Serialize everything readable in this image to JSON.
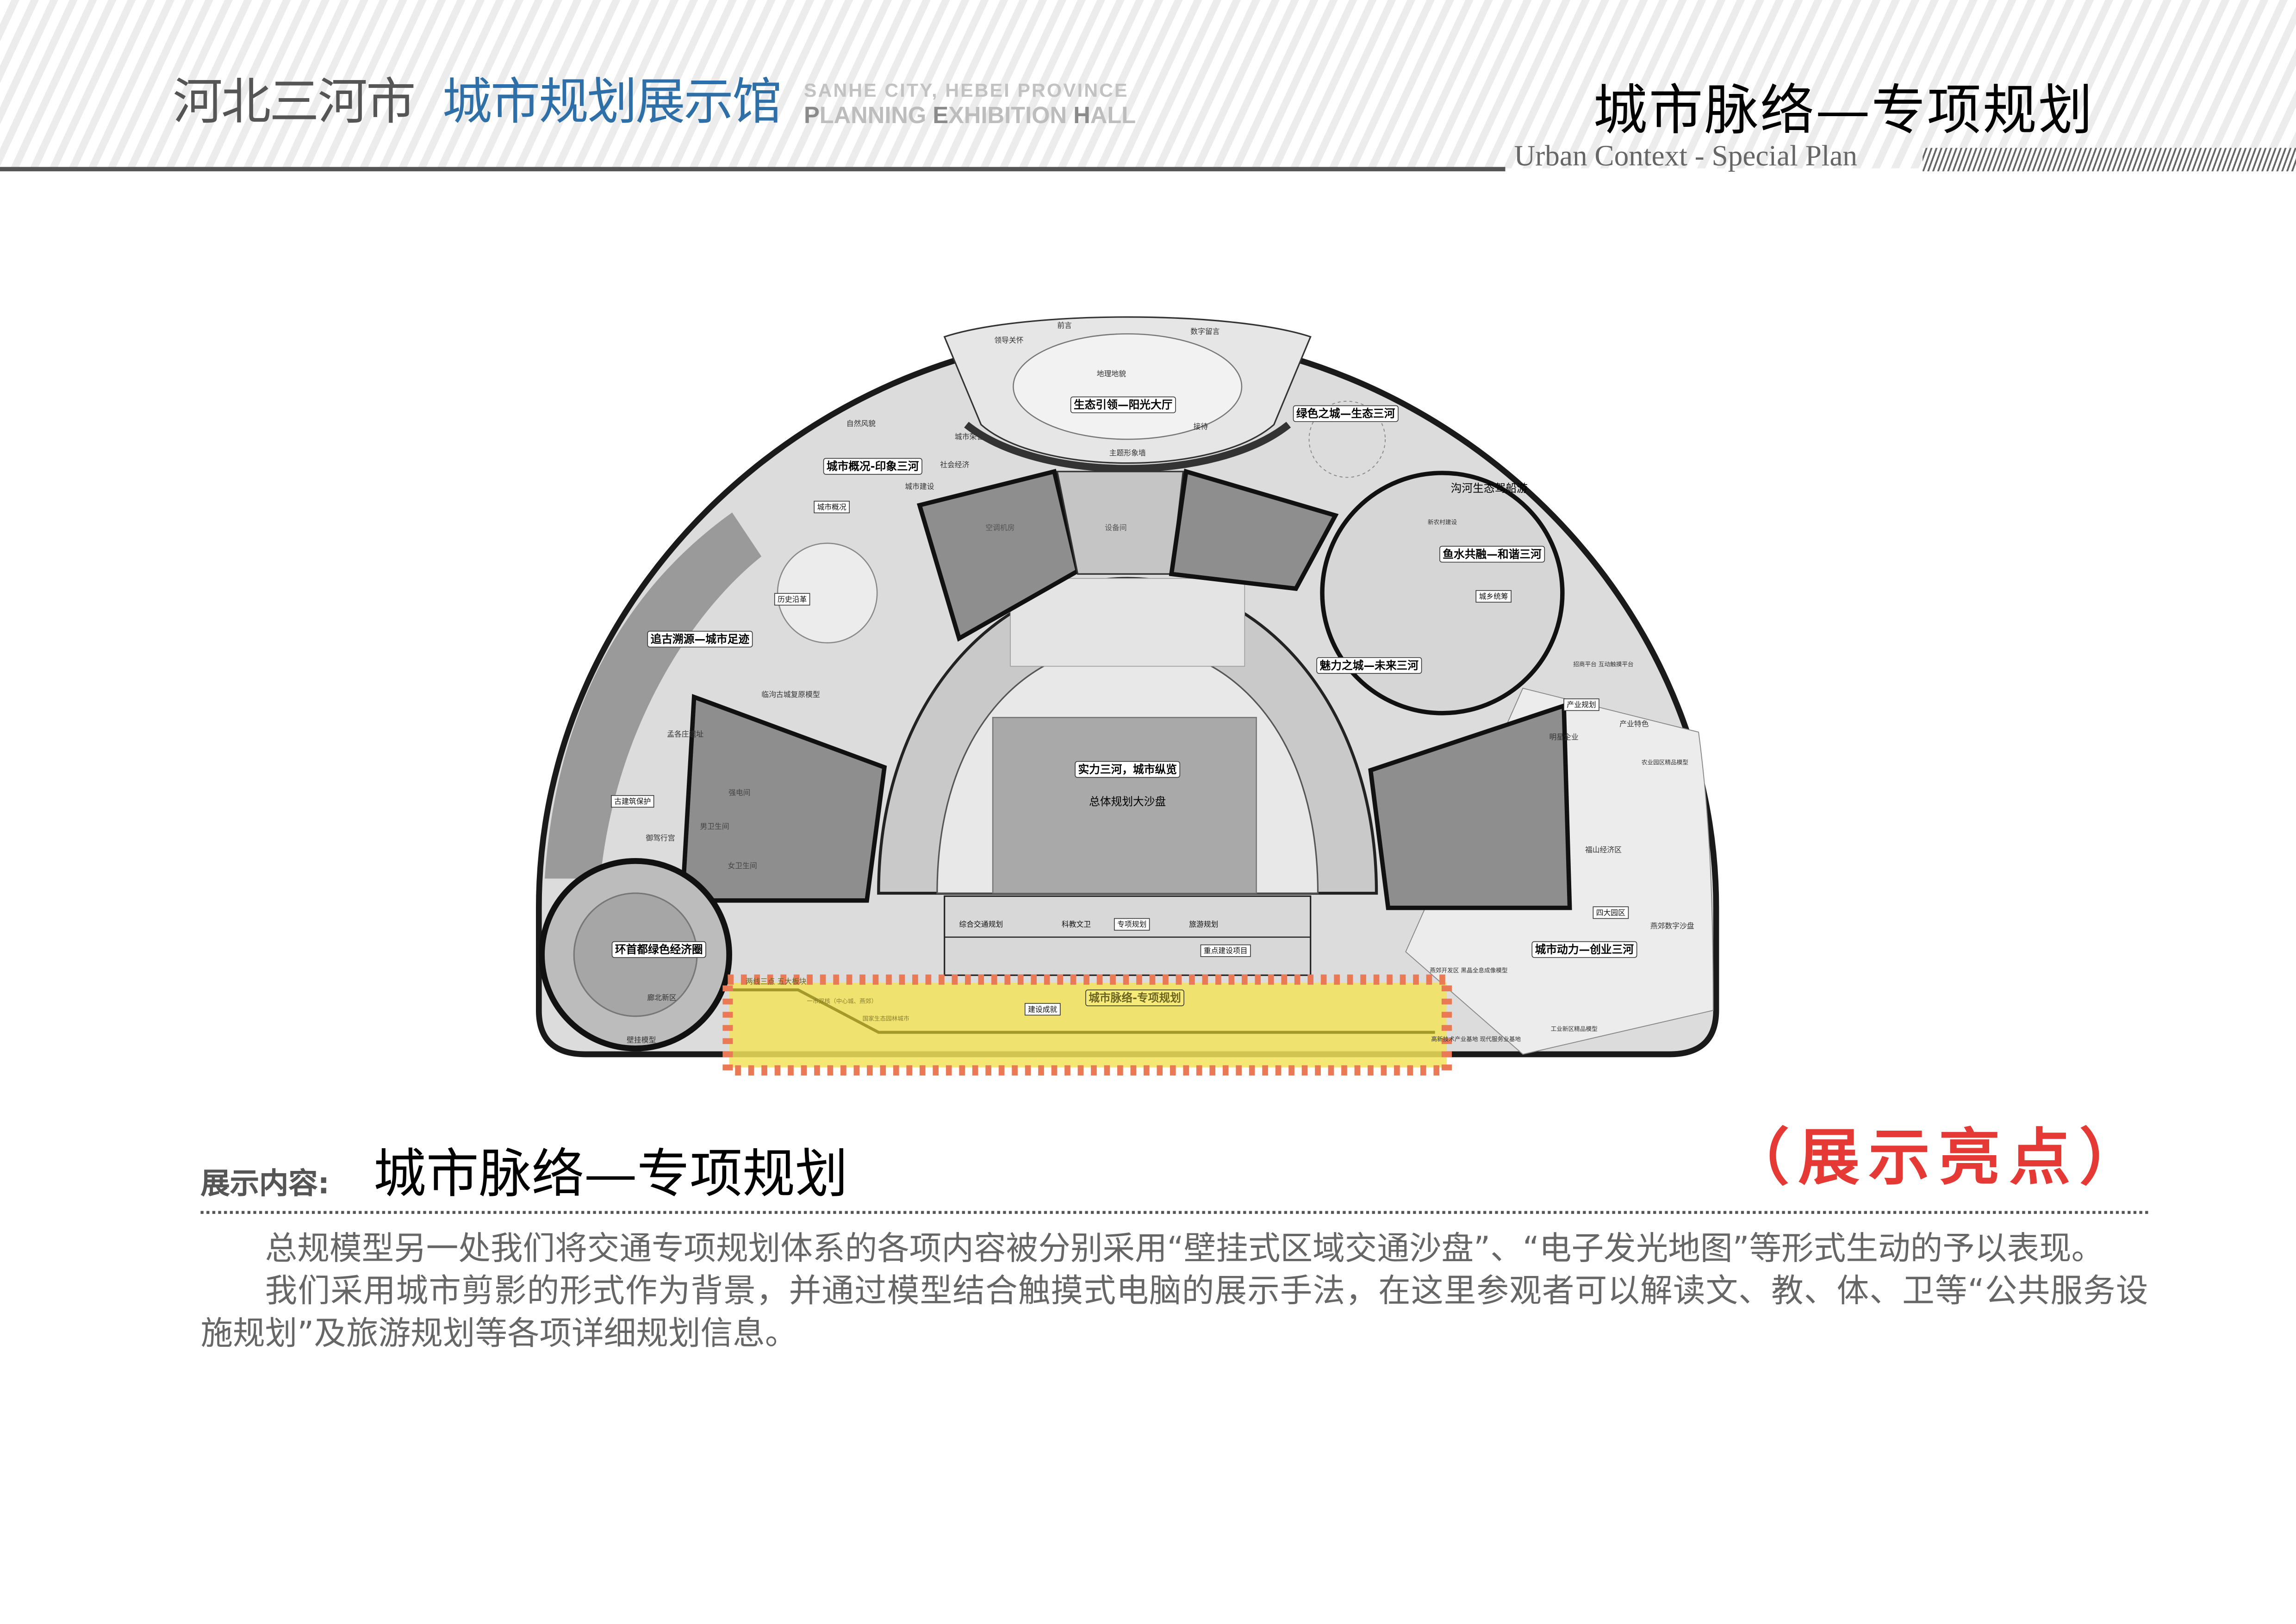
{
  "header": {
    "city": "河北三河市",
    "hall": "城市规划展示馆",
    "en_line1": "SANHE CITY, HEBEI PROVINCE",
    "en_line2_parts": [
      "P",
      "LANNING ",
      "E",
      "XHIBITION ",
      "H",
      "ALL"
    ],
    "section_title": "城市脉络—专项规划",
    "section_subtitle": "Urban Context - Special Plan"
  },
  "plan": {
    "zones": {
      "sun_hall": "生态引领—阳光大厅",
      "green_city": "绿色之城—生态三河",
      "overview": "城市概况-印象三河",
      "history": "追古溯源—城市足迹",
      "boat": "沟河生态驾船游",
      "fish_water": "鱼水共融—和谐三河",
      "future": "魅力之城—未来三河",
      "strength": "实力三河，城市纵览",
      "sand_table": "总体规划大沙盘",
      "green_economy": "环首都绿色经济圈",
      "power": "城市动力—创业三河",
      "context": "城市脉络-专项规划"
    },
    "boxed": [
      "综合交通规划",
      "科教文卫",
      "专项规划",
      "旅游规划",
      "重点建设项目",
      "建设成就",
      "产业规划",
      "四大园区",
      "古建筑保护",
      "历史沿革",
      "城市概况",
      "城乡统筹"
    ],
    "labels": [
      "前言",
      "数字留言",
      "领导关怀",
      "主题形象墙",
      "廊北新区",
      "壁挂模型",
      "临泃古城复原模型",
      "孟各庄遗址",
      "御驾行宫",
      "明星企业",
      "产业特色",
      "福山经济区",
      "燕郊数字沙盘",
      "农业园区精品模型",
      "工业新区精品模型",
      "燕郊开发区 黑晶全息成像模型",
      "高新技术产业基地 现代服务业基地",
      "两线三点 五大板块",
      "一市双核（中心城、燕郊）",
      "国家生态园林城市",
      "自然风貌",
      "城市荣誉",
      "社会经济",
      "城市建设",
      "地理地貌",
      "接待",
      "空调机房",
      "设备间",
      "招商平台 互动触摸平台",
      "强电间",
      "男卫生间",
      "女卫生间",
      "新农村建设"
    ],
    "colors": {
      "highlight_fill": "#f2e35a",
      "highlight_border": "#ea7a55"
    }
  },
  "content": {
    "label": "展示内容:",
    "title": "城市脉络—专项规划",
    "highlight": "（展示亮点）",
    "paragraphs": [
      "总规模型另一处我们将交通专项规划体系的各项内容被分别采用“壁挂式区域交通沙盘”、“电子发光地图”等形式生动的予以表现。",
      "我们采用城市剪影的形式作为背景，并通过模型结合触摸式电脑的展示手法，在这里参观者可以解读文、教、体、卫等“公共服务设施规划”及旅游规划等各项详细规划信息。"
    ],
    "highlight_color": "#e53935"
  }
}
